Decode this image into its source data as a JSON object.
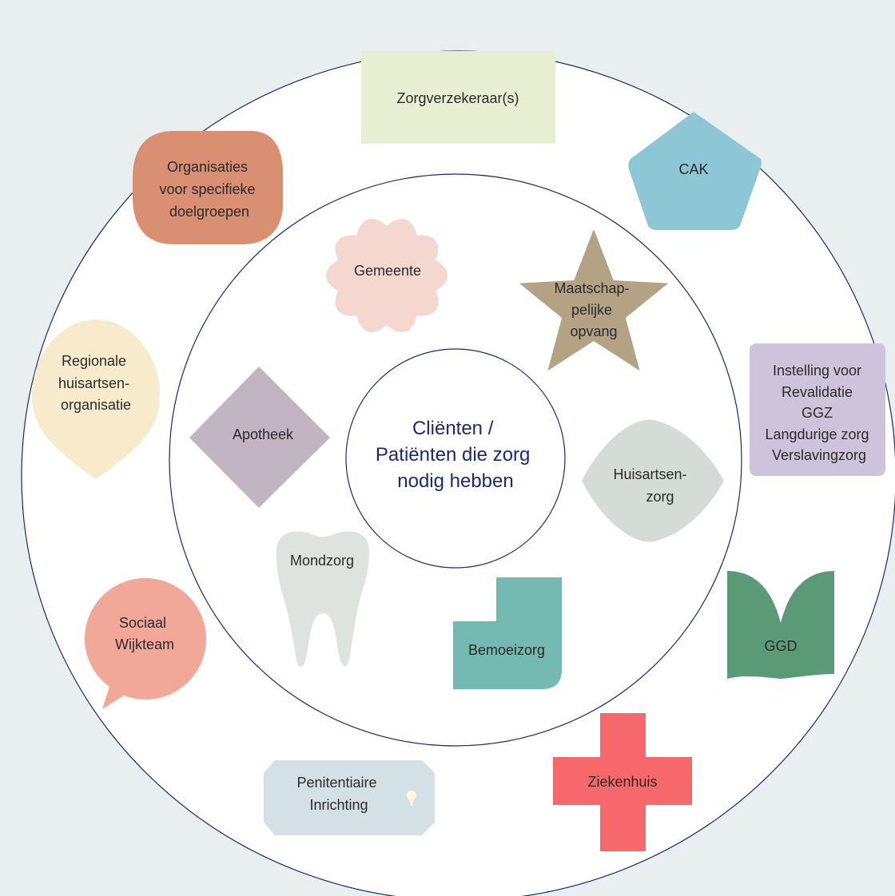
{
  "center": {
    "lines": [
      "Cliënten /",
      "Patiënten die zorg",
      "nodig hebben"
    ]
  },
  "inner_ring": {
    "gemeente": {
      "lines": [
        "Gemeente"
      ],
      "color": "#f4d7ce"
    },
    "maatschappelijke_opvang": {
      "lines": [
        "Maatschap-",
        "pelijke",
        "opvang"
      ],
      "color": "#b3a283"
    },
    "apotheek": {
      "lines": [
        "Apotheek"
      ],
      "color": "#c2b5c2"
    },
    "huisartsenzorg": {
      "lines": [
        "Huisartsen-",
        "zorg"
      ],
      "color": "#d5dcd8"
    },
    "mondzorg": {
      "lines": [
        "Mondzorg"
      ],
      "color": "#dfe3e0"
    },
    "bemoeizorg": {
      "lines": [
        "Bemoeizorg"
      ],
      "color": "#74b9b2"
    }
  },
  "outer_ring": {
    "zorgverzekeraars": {
      "lines": [
        "Zorgverzekeraar(s)"
      ],
      "color": "#e8eed1"
    },
    "cak": {
      "lines": [
        "CAK"
      ],
      "color": "#8dc6d4"
    },
    "organisaties": {
      "lines": [
        "Organisaties",
        "voor specifieke",
        "doelgroepen"
      ],
      "color": "#d98f72"
    },
    "regionale": {
      "lines": [
        "Regionale",
        "huisartsen-",
        "organisatie"
      ],
      "color": "#f7ebcc"
    },
    "instelling": {
      "lines": [
        "Instelling voor",
        "Revalidatie",
        "GGZ",
        "Langdurige zorg",
        "Verslavingzorg"
      ],
      "color": "#cdc4db"
    },
    "ggd": {
      "lines": [
        "GGD"
      ],
      "color": "#5b9a77"
    },
    "sociaal_wijkteam": {
      "lines": [
        "Sociaal",
        "Wijkteam"
      ],
      "color": "#f2a898"
    },
    "penitentiaire": {
      "lines": [
        "Penitentiaire",
        "Inrichting"
      ],
      "color": "#d3e1e5"
    },
    "ziekenhuis": {
      "lines": [
        "Ziekenhuis"
      ],
      "color": "#f6686a"
    }
  },
  "ring_stroke": "#1c2a6b",
  "background": "#e9eeef"
}
